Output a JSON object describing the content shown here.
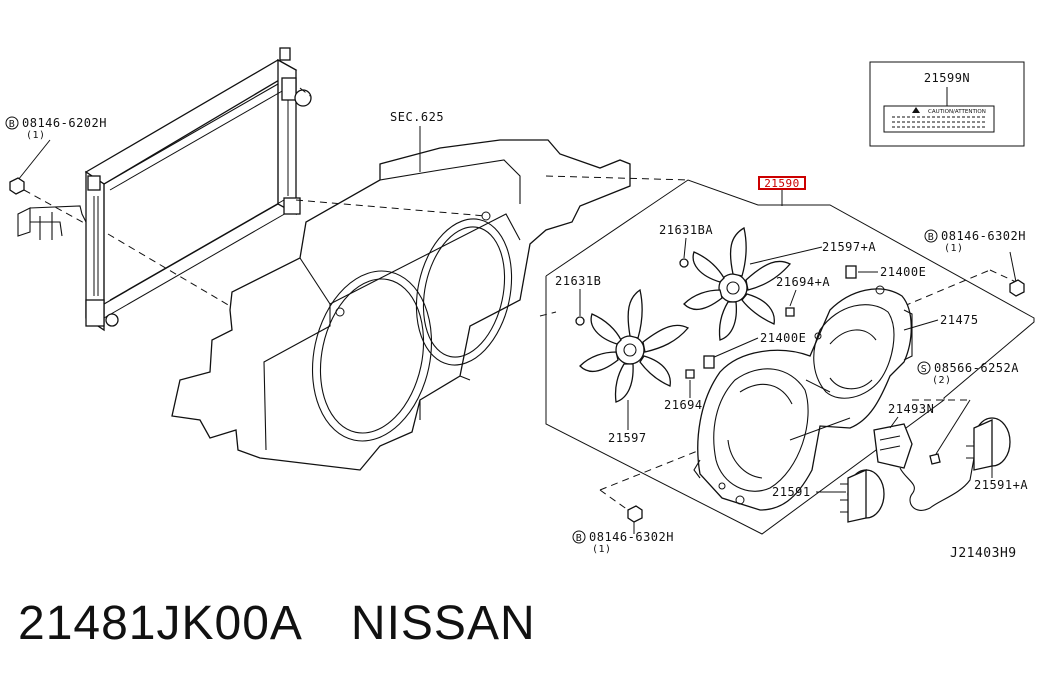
{
  "callouts": {
    "bolt_08146_6202h": "08146-6202H",
    "bolt_08146_6202h_qty": "(1)",
    "sec_625": "SEC.625",
    "p21599n": "21599N",
    "label_caution": "CAUTION/ATTENTION",
    "p21590": "21590",
    "p21631ba": "21631BA",
    "p21597a": "21597+A",
    "bolt_08146_6302h_top": "08146-6302H",
    "bolt_08146_6302h_top_qty": "(1)",
    "p21694a": "21694+A",
    "p21400e_top": "21400E",
    "p21631b": "21631B",
    "p21475": "21475",
    "p21400e_mid": "21400E",
    "screw_08566_6252a": "08566-6252A",
    "screw_08566_6252a_qty": "(2)",
    "p21694": "21694",
    "p21493n": "21493N",
    "p21597": "21597",
    "p21591": "21591",
    "p21591a": "21591+A",
    "bolt_08146_6302h_bottom": "08146-6302H",
    "bolt_08146_6302h_bottom_qty": "(1)",
    "diagram_code": "J21403H9"
  },
  "symbols": {
    "bolt_marker": "B",
    "screw_marker": "S"
  },
  "footer": {
    "part_number": "21481JK00A",
    "brand": "NISSAN"
  },
  "colors": {
    "highlight": "#cc0000",
    "ink": "#111111"
  }
}
